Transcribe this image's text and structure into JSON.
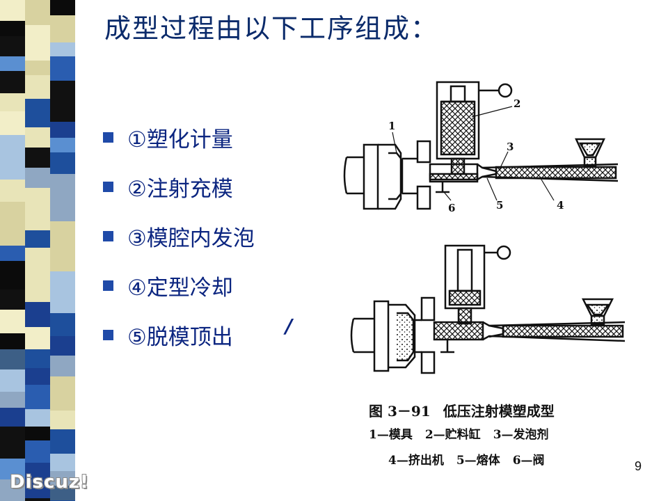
{
  "slide": {
    "title": "成型过程由以下工序组成：",
    "bullets": [
      "①塑化计量",
      "②注射充模",
      "③模腔内发泡",
      "④定型冷却",
      "⑤脱模顶出"
    ],
    "stray_mark": "/",
    "page_number": "9",
    "accent_color": "#1f4aa8",
    "title_color": "#0a2a6a"
  },
  "figure": {
    "labels": [
      "1",
      "2",
      "3",
      "4",
      "5",
      "6"
    ],
    "caption": {
      "title": [
        "图 3－91",
        "低压注射模塑成型"
      ],
      "line1": [
        "1—模具",
        "2—贮料缸",
        "3—发泡剂"
      ],
      "line2": [
        "4—挤出机",
        "5—熔体",
        "6—阀"
      ]
    }
  },
  "watermark": "Discuz!"
}
